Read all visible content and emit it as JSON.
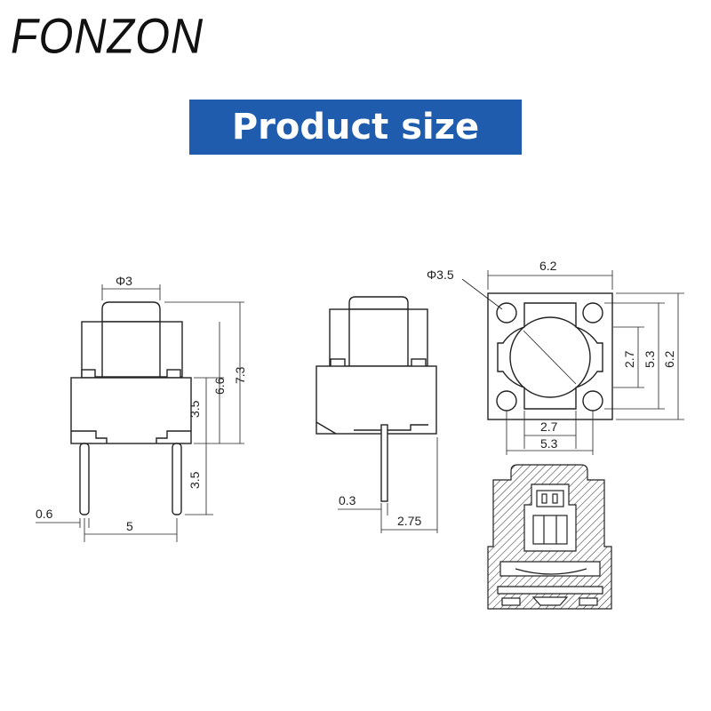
{
  "brand": "FONZON",
  "banner": {
    "title": "Product size",
    "color": "#1f5cad"
  },
  "views": {
    "front": {
      "dim_button_diameter": "Φ3",
      "dim_body_height": "3.5",
      "dim_height_to_body": "6.6",
      "dim_total_height": "7.3",
      "dim_pin_length": "3.5",
      "dim_pin_width": "0.6",
      "dim_pin_spacing": "5"
    },
    "side": {
      "dim_pin_thickness": "0.3",
      "dim_pin_offset": "2.75"
    },
    "top": {
      "dim_hole_diameter": "Φ3.5",
      "dim_width_top": "6.2",
      "dim_inner_vertical": "2.7",
      "dim_mid_vertical": "5.3",
      "dim_outer_vertical": "6.2",
      "dim_inner_horizontal": "2.7",
      "dim_mid_horizontal": "5.3"
    }
  }
}
